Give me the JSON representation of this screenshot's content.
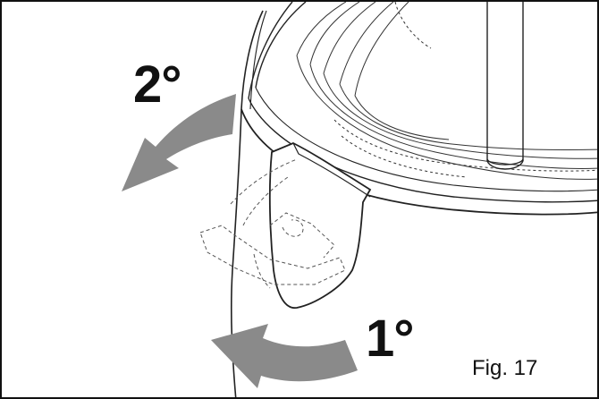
{
  "figure": {
    "caption": "Fig. 17",
    "arrow_color": "#8a8a8a",
    "line_color": "#222222"
  },
  "steps": [
    {
      "label": "2°",
      "direction": "rotate-outward-left",
      "icon": "curved-arrow-icon"
    },
    {
      "label": "1°",
      "direction": "push-left",
      "icon": "curved-arrow-icon"
    }
  ]
}
